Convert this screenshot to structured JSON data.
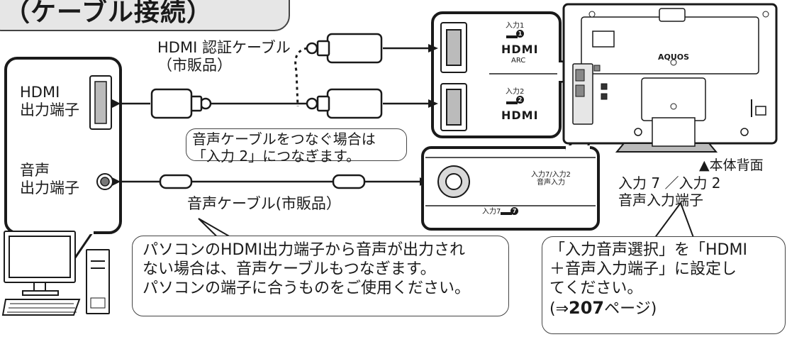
{
  "title": "（ケーブル接続）",
  "cable_hdmi": {
    "line1": "HDMI 認証ケーブル",
    "line2": "（市販品）"
  },
  "pc_hdmi_out": {
    "line1": "HDMI",
    "line2": "出力端子"
  },
  "pc_audio_out": {
    "line1": "音声",
    "line2": "出力端子"
  },
  "audio_cable_label": "音声ケーブル(市販品）",
  "note_input2": {
    "line1": "音声ケーブルをつなぐ場合は",
    "line2": "「入力 2」につなぎます。"
  },
  "tv_input1": {
    "label": "入力1",
    "num": "1",
    "logo": "HDMI",
    "arc": "ARC"
  },
  "tv_input2": {
    "label": "入力2",
    "num": "2",
    "logo": "HDMI"
  },
  "audio_panel": {
    "label1": "入力7/入力2",
    "label2": "音声入力",
    "bottom": "入力7",
    "num": "7"
  },
  "tv_brand": "AQUOS",
  "rear_caption": "▲本体背面",
  "audio_terminal": {
    "line1": "入力 7 ／入力 2",
    "line2": "音声入力端子"
  },
  "note_pc": {
    "line1": "パソコンのHDMI出力端子から音声が出力され",
    "line2": "ない場合は、音声ケーブルもつなぎます。",
    "line3": "パソコンの端子に合うものをご使用ください。"
  },
  "note_select": {
    "line1": "「入力音声選択」を「HDMI",
    "line2": "＋音声入力端子」に設定し",
    "line3": "てください。",
    "line4_pre": "(⇒",
    "line4_num": "207",
    "line4_post": "ページ)"
  },
  "colors": {
    "line": "#1a1a1a",
    "title_bg": "#e6e6e6",
    "panel_gray": "#d9d9d9"
  }
}
